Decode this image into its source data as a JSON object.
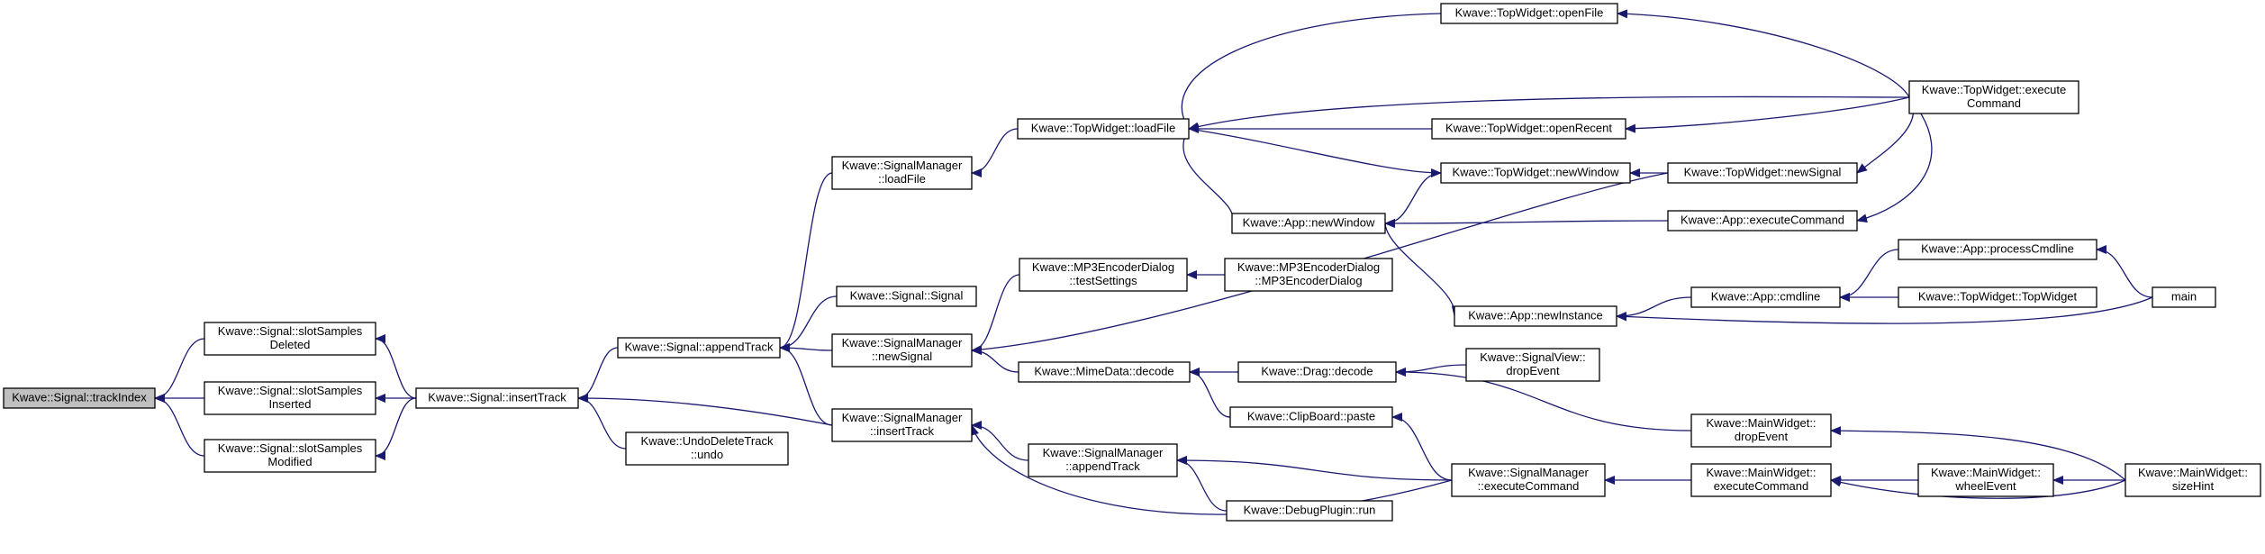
{
  "nodes": [
    {
      "id": "trackIndex",
      "lines": [
        "Kwave::Signal::trackIndex"
      ]
    },
    {
      "id": "slotDel",
      "lines": [
        "Kwave::Signal::slotSamples",
        "Deleted"
      ]
    },
    {
      "id": "slotIns",
      "lines": [
        "Kwave::Signal::slotSamples",
        "Inserted"
      ]
    },
    {
      "id": "slotMod",
      "lines": [
        "Kwave::Signal::slotSamples",
        "Modified"
      ]
    },
    {
      "id": "insertTrack",
      "lines": [
        "Kwave::Signal::insertTrack"
      ]
    },
    {
      "id": "appendTrack",
      "lines": [
        "Kwave::Signal::appendTrack"
      ]
    },
    {
      "id": "undo",
      "lines": [
        "Kwave::UndoDeleteTrack",
        "::undo"
      ]
    },
    {
      "id": "smLoadFile",
      "lines": [
        "Kwave::SignalManager",
        "::loadFile"
      ]
    },
    {
      "id": "signal",
      "lines": [
        "Kwave::Signal::Signal"
      ]
    },
    {
      "id": "smNewSignal",
      "lines": [
        "Kwave::SignalManager",
        "::newSignal"
      ]
    },
    {
      "id": "smInsertTrack",
      "lines": [
        "Kwave::SignalManager",
        "::insertTrack"
      ]
    },
    {
      "id": "twLoadFile",
      "lines": [
        "Kwave::TopWidget::loadFile"
      ]
    },
    {
      "id": "mp3Test",
      "lines": [
        "Kwave::MP3EncoderDialog",
        "::testSettings"
      ]
    },
    {
      "id": "mimeDecode",
      "lines": [
        "Kwave::MimeData::decode"
      ]
    },
    {
      "id": "smAppendTrack",
      "lines": [
        "Kwave::SignalManager",
        "::appendTrack"
      ]
    },
    {
      "id": "twOpenFile",
      "lines": [
        "Kwave::TopWidget::openFile"
      ]
    },
    {
      "id": "twOpenRecent",
      "lines": [
        "Kwave::TopWidget::openRecent"
      ]
    },
    {
      "id": "twNewWindow",
      "lines": [
        "Kwave::TopWidget::newWindow"
      ]
    },
    {
      "id": "appNewWindow",
      "lines": [
        "Kwave::App::newWindow"
      ]
    },
    {
      "id": "mp3Ctor",
      "lines": [
        "Kwave::MP3EncoderDialog",
        "::MP3EncoderDialog"
      ]
    },
    {
      "id": "dragDecode",
      "lines": [
        "Kwave::Drag::decode"
      ]
    },
    {
      "id": "cbPaste",
      "lines": [
        "Kwave::ClipBoard::paste"
      ]
    },
    {
      "id": "dpRun",
      "lines": [
        "Kwave::DebugPlugin::run"
      ]
    },
    {
      "id": "appNewInstance",
      "lines": [
        "Kwave::App::newInstance"
      ]
    },
    {
      "id": "svDrop",
      "lines": [
        "Kwave::SignalView::",
        "dropEvent"
      ]
    },
    {
      "id": "smExec",
      "lines": [
        "Kwave::SignalManager",
        "::executeCommand"
      ]
    },
    {
      "id": "twExec",
      "lines": [
        "Kwave::TopWidget::execute",
        "Command"
      ]
    },
    {
      "id": "twNewSignal",
      "lines": [
        "Kwave::TopWidget::newSignal"
      ]
    },
    {
      "id": "appExec",
      "lines": [
        "Kwave::App::executeCommand"
      ]
    },
    {
      "id": "appCmdline",
      "lines": [
        "Kwave::App::cmdline"
      ]
    },
    {
      "id": "mwDrop",
      "lines": [
        "Kwave::MainWidget::",
        "dropEvent"
      ]
    },
    {
      "id": "mwExec",
      "lines": [
        "Kwave::MainWidget::",
        "executeCommand"
      ]
    },
    {
      "id": "appProcess",
      "lines": [
        "Kwave::App::processCmdline"
      ]
    },
    {
      "id": "twCtor",
      "lines": [
        "Kwave::TopWidget::TopWidget"
      ]
    },
    {
      "id": "mwWheel",
      "lines": [
        "Kwave::MainWidget::",
        "wheelEvent"
      ]
    },
    {
      "id": "main",
      "lines": [
        "main"
      ]
    },
    {
      "id": "mwSize",
      "lines": [
        "Kwave::MainWidget::",
        "sizeHint"
      ]
    }
  ],
  "edges": [
    {
      "from": "slotDel",
      "to": "trackIndex"
    },
    {
      "from": "slotIns",
      "to": "trackIndex"
    },
    {
      "from": "slotMod",
      "to": "trackIndex"
    },
    {
      "from": "insertTrack",
      "to": "slotDel"
    },
    {
      "from": "insertTrack",
      "to": "slotIns"
    },
    {
      "from": "insertTrack",
      "to": "slotMod"
    },
    {
      "from": "appendTrack",
      "to": "insertTrack"
    },
    {
      "from": "undo",
      "to": "insertTrack"
    },
    {
      "from": "smInsertTrack",
      "to": "insertTrack"
    },
    {
      "from": "smLoadFile",
      "to": "appendTrack"
    },
    {
      "from": "signal",
      "to": "appendTrack"
    },
    {
      "from": "smNewSignal",
      "to": "appendTrack"
    },
    {
      "from": "smInsertTrack",
      "to": "appendTrack"
    },
    {
      "from": "twLoadFile",
      "to": "smLoadFile"
    },
    {
      "from": "mp3Test",
      "to": "smNewSignal"
    },
    {
      "from": "mimeDecode",
      "to": "smNewSignal"
    },
    {
      "from": "twNewSignal",
      "to": "smNewSignal"
    },
    {
      "from": "smAppendTrack",
      "to": "smInsertTrack"
    },
    {
      "from": "smExec",
      "to": "smInsertTrack"
    },
    {
      "from": "twOpenFile",
      "to": "twLoadFile"
    },
    {
      "from": "twOpenRecent",
      "to": "twLoadFile"
    },
    {
      "from": "twExec",
      "to": "twLoadFile"
    },
    {
      "from": "appNewWindow",
      "to": "twLoadFile"
    },
    {
      "from": "mp3Ctor",
      "to": "mp3Test"
    },
    {
      "from": "dragDecode",
      "to": "mimeDecode"
    },
    {
      "from": "cbPaste",
      "to": "mimeDecode"
    },
    {
      "from": "smExec",
      "to": "smAppendTrack"
    },
    {
      "from": "dpRun",
      "to": "smAppendTrack"
    },
    {
      "from": "twLoadFile",
      "to": "twNewWindow"
    },
    {
      "from": "twNewWindow",
      "to": "appNewWindow"
    },
    {
      "from": "appExec",
      "to": "appNewWindow"
    },
    {
      "from": "appNewWindow",
      "to": "appNewInstance"
    },
    {
      "from": "svDrop",
      "to": "dragDecode"
    },
    {
      "from": "mwDrop",
      "to": "dragDecode"
    },
    {
      "from": "smExec",
      "to": "cbPaste"
    },
    {
      "from": "mwExec",
      "to": "smExec"
    },
    {
      "from": "twExec",
      "to": "twOpenFile"
    },
    {
      "from": "twExec",
      "to": "twOpenRecent"
    },
    {
      "from": "twNewSignal",
      "to": "twNewWindow"
    },
    {
      "from": "twExec",
      "to": "twNewSignal"
    },
    {
      "from": "twExec",
      "to": "appExec"
    },
    {
      "from": "appCmdline",
      "to": "appNewInstance"
    },
    {
      "from": "main",
      "to": "appNewInstance"
    },
    {
      "from": "appProcess",
      "to": "appCmdline"
    },
    {
      "from": "twCtor",
      "to": "appCmdline"
    },
    {
      "from": "main",
      "to": "appProcess"
    },
    {
      "from": "mwSize",
      "to": "mwDrop"
    },
    {
      "from": "mwWheel",
      "to": "mwExec"
    },
    {
      "from": "mwSize",
      "to": "mwExec"
    },
    {
      "from": "mwSize",
      "to": "mwWheel"
    }
  ],
  "colors": {
    "edge": "#191970",
    "root_fill": "#bfbfbf",
    "node_fill": "#ffffff",
    "node_stroke": "#000000"
  }
}
